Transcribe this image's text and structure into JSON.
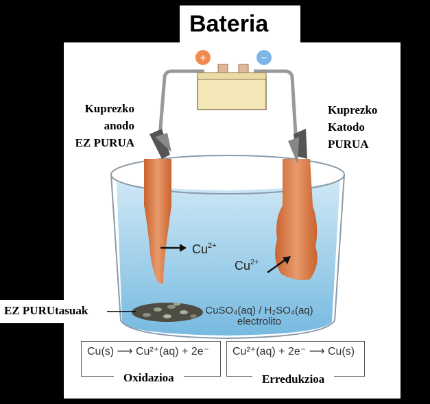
{
  "title": "Bateria",
  "battery": {
    "plus": "+",
    "minus": "−"
  },
  "left_label": [
    "Kuprezko",
    "anodo",
    "EZ PURUA"
  ],
  "right_label": [
    "Kuprezko",
    "Katodo",
    "PURUA"
  ],
  "impurities_label": "EZ PURUtasuak",
  "ion_left": "Cu",
  "ion_right": "Cu",
  "ion_charge": "2+",
  "electrolyte": {
    "formula": "CuSO₄(aq) / H₂SO₄(aq)",
    "name": "electrolito"
  },
  "equation_left": "Cu(s) ⟶ Cu²⁺(aq) + 2e⁻",
  "equation_right": "Cu²⁺(aq) + 2e⁻ ⟶ Cu(s)",
  "oxidation_label": "Oxidazioa",
  "reduction_label": "Erredukzioa"
}
